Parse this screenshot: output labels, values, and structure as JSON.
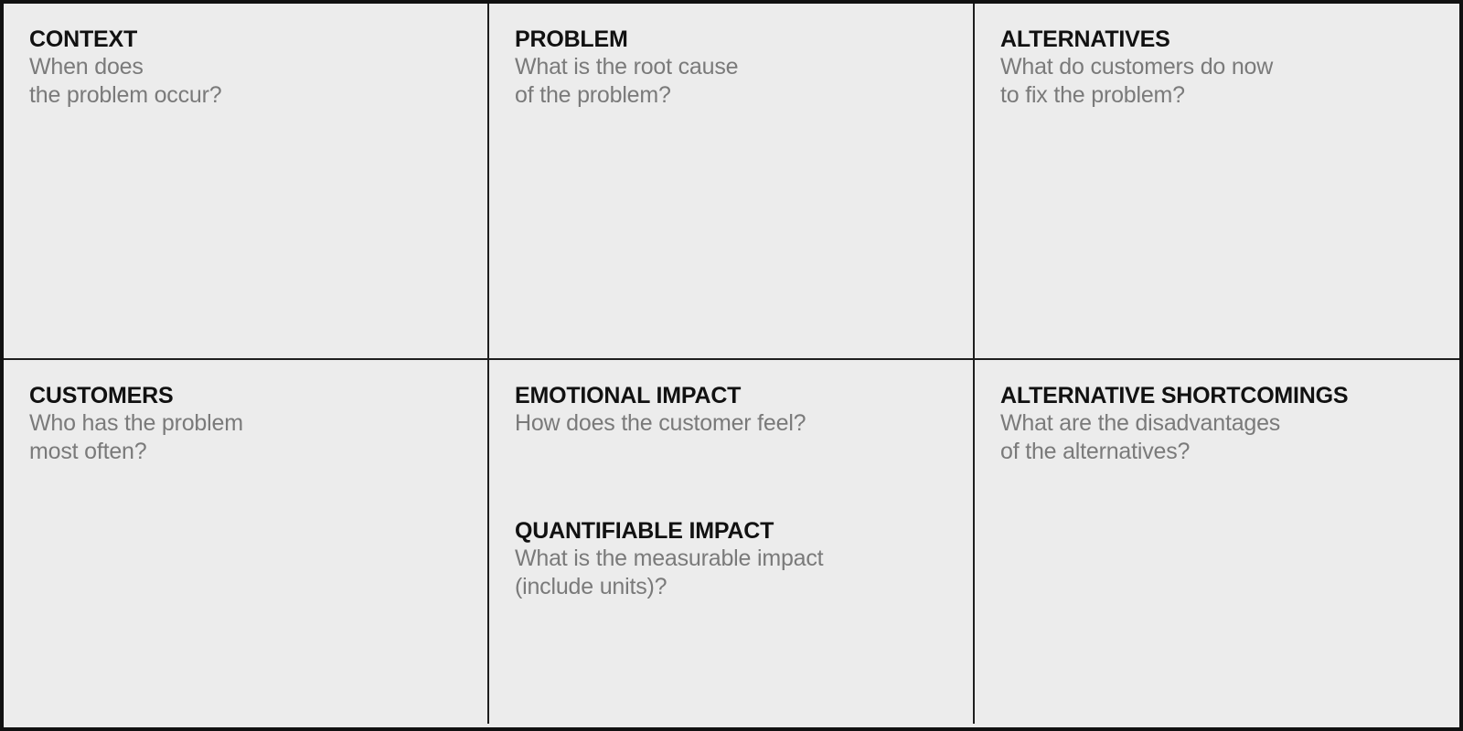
{
  "canvas": {
    "colors": {
      "background": "#ececec",
      "border": "#111111",
      "title": "#111111",
      "prompt": "#7a7a7a"
    },
    "cells": [
      {
        "id": "context",
        "title": "CONTEXT",
        "prompt_lines": [
          "When does",
          "the problem occur?"
        ]
      },
      {
        "id": "problem",
        "title": "PROBLEM",
        "prompt_lines": [
          "What is the root cause",
          "of the problem?"
        ]
      },
      {
        "id": "alternatives",
        "title": "ALTERNATIVES",
        "prompt_lines": [
          "What do customers do now",
          "to fix the problem?"
        ]
      },
      {
        "id": "customers",
        "title": "CUSTOMERS",
        "prompt_lines": [
          "Who has the problem",
          "most often?"
        ]
      },
      {
        "id": "impact",
        "sections": [
          {
            "id": "emotional-impact",
            "title": "EMOTIONAL IMPACT",
            "prompt_lines": [
              "How does the customer feel?"
            ]
          },
          {
            "id": "quantifiable-impact",
            "title": "QUANTIFIABLE IMPACT",
            "prompt_lines": [
              "What is the measurable impact",
              "(include units)?"
            ]
          }
        ]
      },
      {
        "id": "alternative-shortcomings",
        "title": "ALTERNATIVE SHORTCOMINGS",
        "prompt_lines": [
          "What are the disadvantages",
          "of the alternatives?"
        ]
      }
    ]
  }
}
